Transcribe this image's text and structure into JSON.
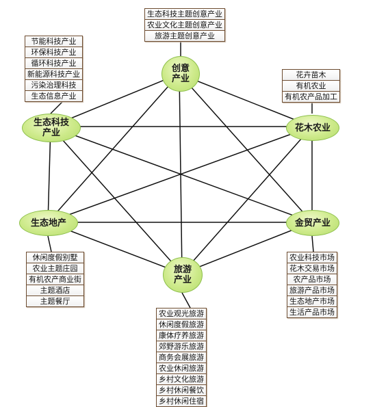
{
  "nodes": {
    "chuangyi": "创意\n产业",
    "shengtai_keji": "生态科技\n产业",
    "huamu": "花木农业",
    "shengtai_dichan": "生态地产",
    "jinmao": "金贸产业",
    "lvyou": "旅游\n产业"
  },
  "lists": {
    "top": [
      "生态科技主题创意产业",
      "农业文化主题创意产业",
      "旅游主题创意产业"
    ],
    "upper_left": [
      "节能科技产业",
      "环保科技产业",
      "循环科技产业",
      "新能源科技产业",
      "污染治理科技",
      "生态信息产业"
    ],
    "upper_right": [
      "花卉苗木",
      "有机农业",
      "有机农产品加工"
    ],
    "lower_left": [
      "休闲度假别墅",
      "农业主题庄园",
      "有机农产商业街",
      "主题酒店",
      "主题餐厅"
    ],
    "lower_right": [
      "农业科技市场",
      "花木交易市场",
      "农产品市场",
      "旅游产品市场",
      "生态地产市场",
      "生活产品市场"
    ],
    "bottom": [
      "农业观光旅游",
      "休闲度假旅游",
      "康体疗养旅游",
      "郊野游乐旅游",
      "商务会展旅游",
      "农业休闲旅游",
      "乡村文化旅游",
      "乡村休闲餐饮",
      "乡村休闲住宿"
    ]
  },
  "colors": {
    "node_fill": "#cdea8a",
    "line": "#111111",
    "box_border": "#6b4a2e"
  }
}
